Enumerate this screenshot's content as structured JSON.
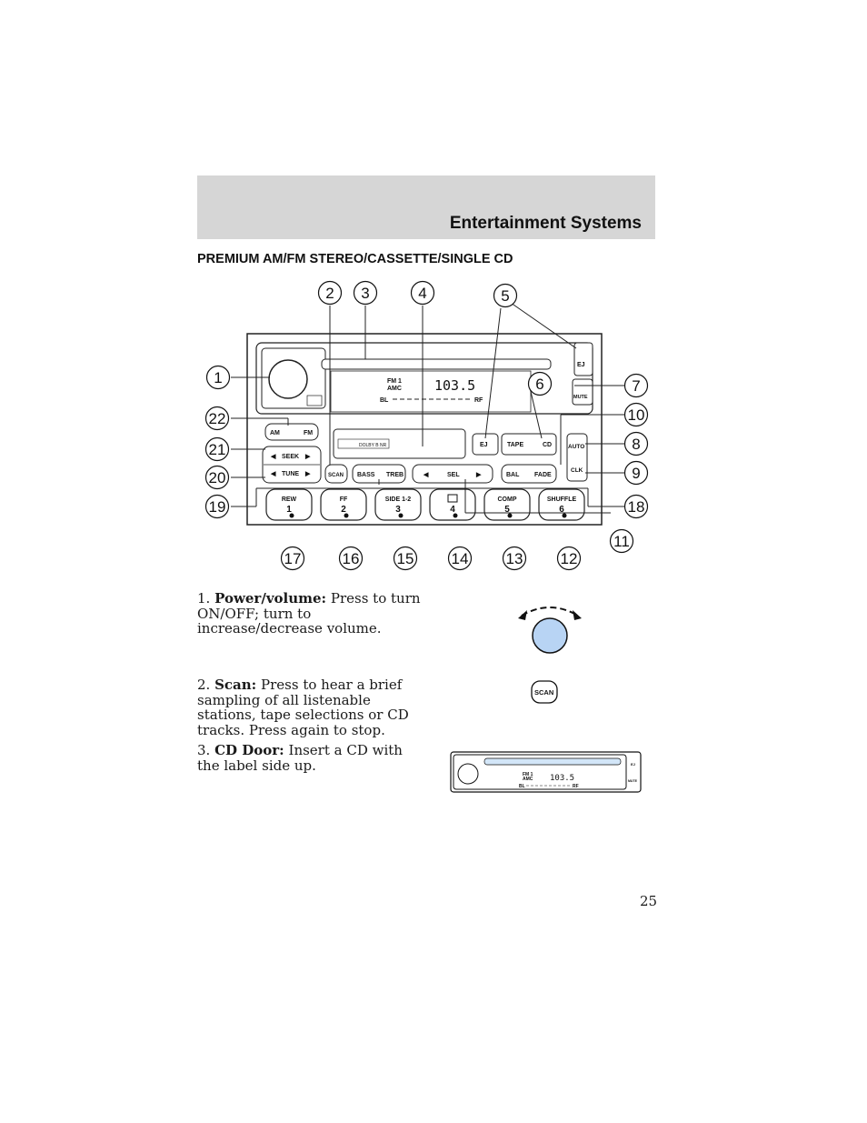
{
  "header": {
    "title": "Entertainment Systems"
  },
  "section": {
    "title": "PREMIUM AM/FM STEREO/CASSETTE/SINGLE CD"
  },
  "diagram": {
    "callouts": [
      "1",
      "2",
      "3",
      "4",
      "5",
      "6",
      "7",
      "8",
      "9",
      "10",
      "11",
      "12",
      "13",
      "14",
      "15",
      "16",
      "17",
      "18",
      "19",
      "20",
      "21",
      "22"
    ],
    "buttons": {
      "ej": "EJ",
      "mute": "MUTE",
      "am": "AM",
      "fm": "FM",
      "seek": "SEEK",
      "tune": "TUNE",
      "scan": "SCAN",
      "bass": "BASS",
      "treb": "TREB",
      "sel": "SEL",
      "bal": "BAL",
      "fade": "FADE",
      "ej_tape": "EJ",
      "tape": "TAPE",
      "cd": "CD",
      "auto": "AUTO",
      "clk": "CLK",
      "dolby": "DOLBY B NR"
    },
    "presets": [
      {
        "label": "REW",
        "number": "1"
      },
      {
        "label": "FF",
        "number": "2"
      },
      {
        "label": "SIDE 1-2",
        "number": "3"
      },
      {
        "label": "",
        "number": "4"
      },
      {
        "label": "COMP",
        "number": "5"
      },
      {
        "label": "SHUFFLE",
        "number": "6"
      }
    ],
    "display": {
      "band": "FM 1",
      "amc": "AMC",
      "frequency": "103.5",
      "bal_left": "BL",
      "bal_right": "RF"
    }
  },
  "items": [
    {
      "number": "1.",
      "term": "Power/volume:",
      "text": "Press to turn ON/OFF; turn to increase/decrease volume."
    },
    {
      "number": "2.",
      "term": "Scan:",
      "text": "Press to hear a brief sampling of all listenable stations, tape selections or CD tracks. Press again to stop."
    },
    {
      "number": "3.",
      "term": "CD Door:",
      "text": "Insert a CD with the label side up."
    }
  ],
  "thumbs": {
    "scan_label": "SCAN",
    "mini_display": {
      "band": "FM 1",
      "amc": "AMC",
      "frequency": "103.5",
      "bal_left": "BL",
      "bal_right": "RF",
      "ej": "EJ",
      "mute": "MUTE"
    }
  },
  "page": {
    "number": "25"
  },
  "colors": {
    "header_bg": "#d6d6d6",
    "knob_fill": "#b8d4f4",
    "cd_slot": "#d3e6f8"
  }
}
